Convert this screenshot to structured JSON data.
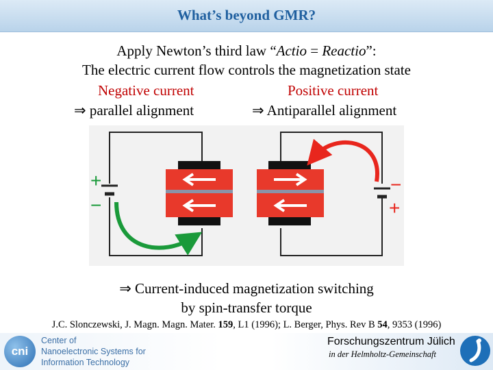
{
  "header": {
    "title": "What’s beyond GMR?"
  },
  "intro": {
    "line1_prefix": "Apply Newton’s third law “",
    "line1_italic1": "Actio",
    "line1_mid": " = ",
    "line1_italic2": "Reactio",
    "line1_suffix": "”:",
    "line2": "The electric current flow controls the magnetization state"
  },
  "cases": {
    "negative_title": "Negative current",
    "negative_result": "⇒ parallel alignment",
    "positive_title": "Positive current",
    "positive_result": "⇒ Antiparallel alignment"
  },
  "diagram": {
    "left_plus": "+",
    "left_minus": "−",
    "right_minus": "−",
    "right_plus": "+",
    "colors": {
      "layer": "#e8392b",
      "contact": "#111111",
      "spacer": "#8a93a8",
      "arrow_green": "#1a9a3a",
      "arrow_red": "#e8261d"
    }
  },
  "conclusion": {
    "line1": "⇒ Current-induced magnetization switching",
    "line2": "by spin-transfer torque"
  },
  "reference": {
    "part1": "J.C. Slonczewski, J. Magn. Magn. Mater. ",
    "vol1": "159",
    "part2": ", L1 (1996); L. Berger, Phys. Rev B ",
    "vol2": "54",
    "part3": ", 9353 (1996)"
  },
  "footer": {
    "cni_logo_text": "cni",
    "cni_line1": "Center of",
    "cni_line2": "Nanoelectronic Systems for",
    "cni_line3": "Information Technology",
    "fz_name": "Forschungszentrum Jülich",
    "fz_sub": "in der Helmholtz-Gemeinschaft"
  }
}
